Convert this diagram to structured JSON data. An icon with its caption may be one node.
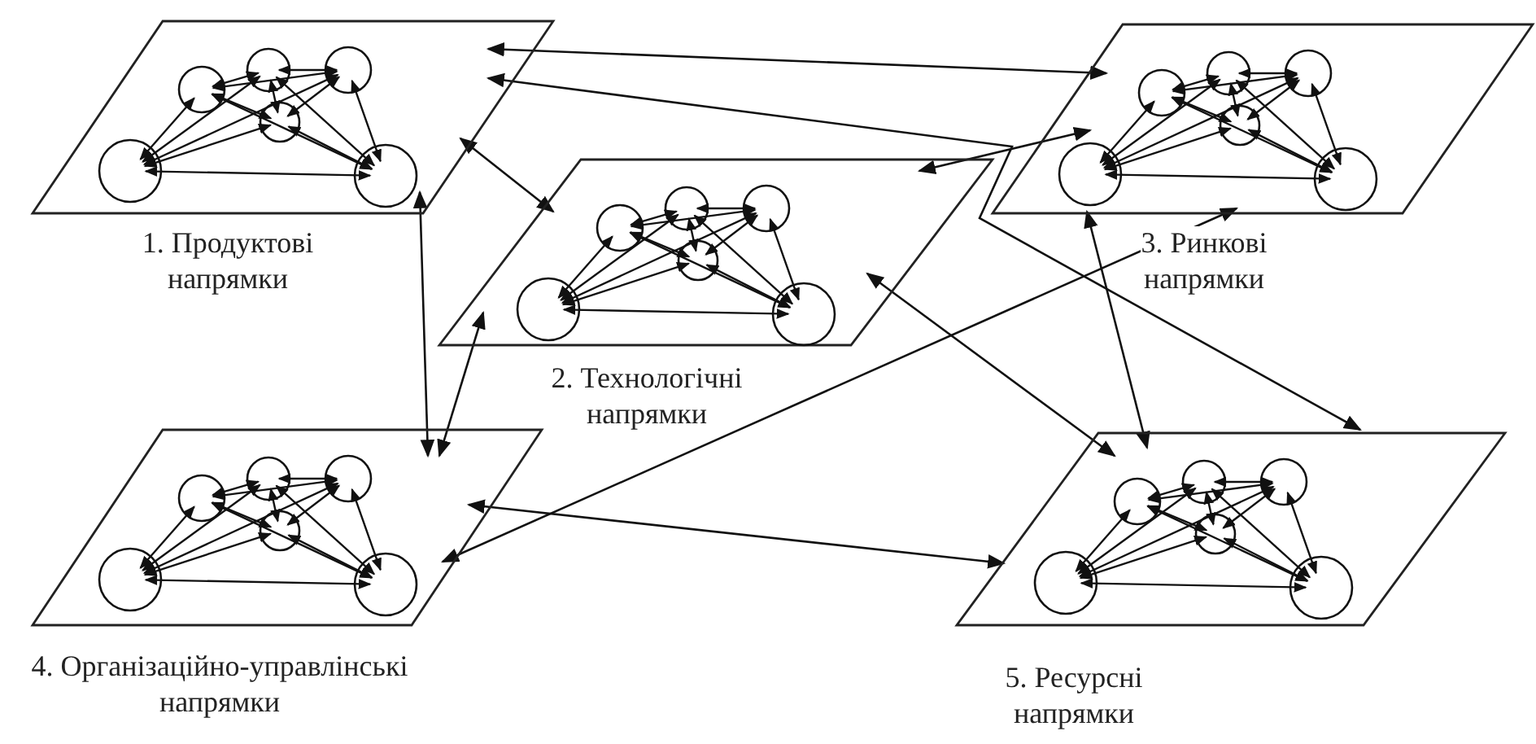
{
  "diagram": {
    "nodes": [
      {
        "text": [
          "1. Продуктові напрямки"
        ]
      },
      {
        "text": [
          "2. Технологічні напрямки"
        ]
      },
      {
        "text": [
          "3. Ринкові напрямки"
        ]
      },
      {
        "text": [
          "4. Організаційно-управлінські напрямки"
        ]
      },
      {
        "text": [
          "5. Ресурсні напрямки"
        ]
      }
    ],
    "edges": [
      {
        "from": 0,
        "to": 1,
        "arrow": "both"
      },
      {
        "from": 0,
        "to": 2,
        "arrow": "both"
      },
      {
        "from": 0,
        "to": 3,
        "arrow": "both"
      },
      {
        "from": 0,
        "to": 4,
        "arrow": "both"
      },
      {
        "from": 1,
        "to": 2,
        "arrow": "both"
      },
      {
        "from": 1,
        "to": 3,
        "arrow": "both"
      },
      {
        "from": 1,
        "to": 4,
        "arrow": "both"
      },
      {
        "from": 2,
        "to": 4,
        "arrow": "both"
      },
      {
        "from": 3,
        "to": 2,
        "arrow": "both"
      },
      {
        "from": 3,
        "to": 4,
        "arrow": "both"
      }
    ]
  }
}
